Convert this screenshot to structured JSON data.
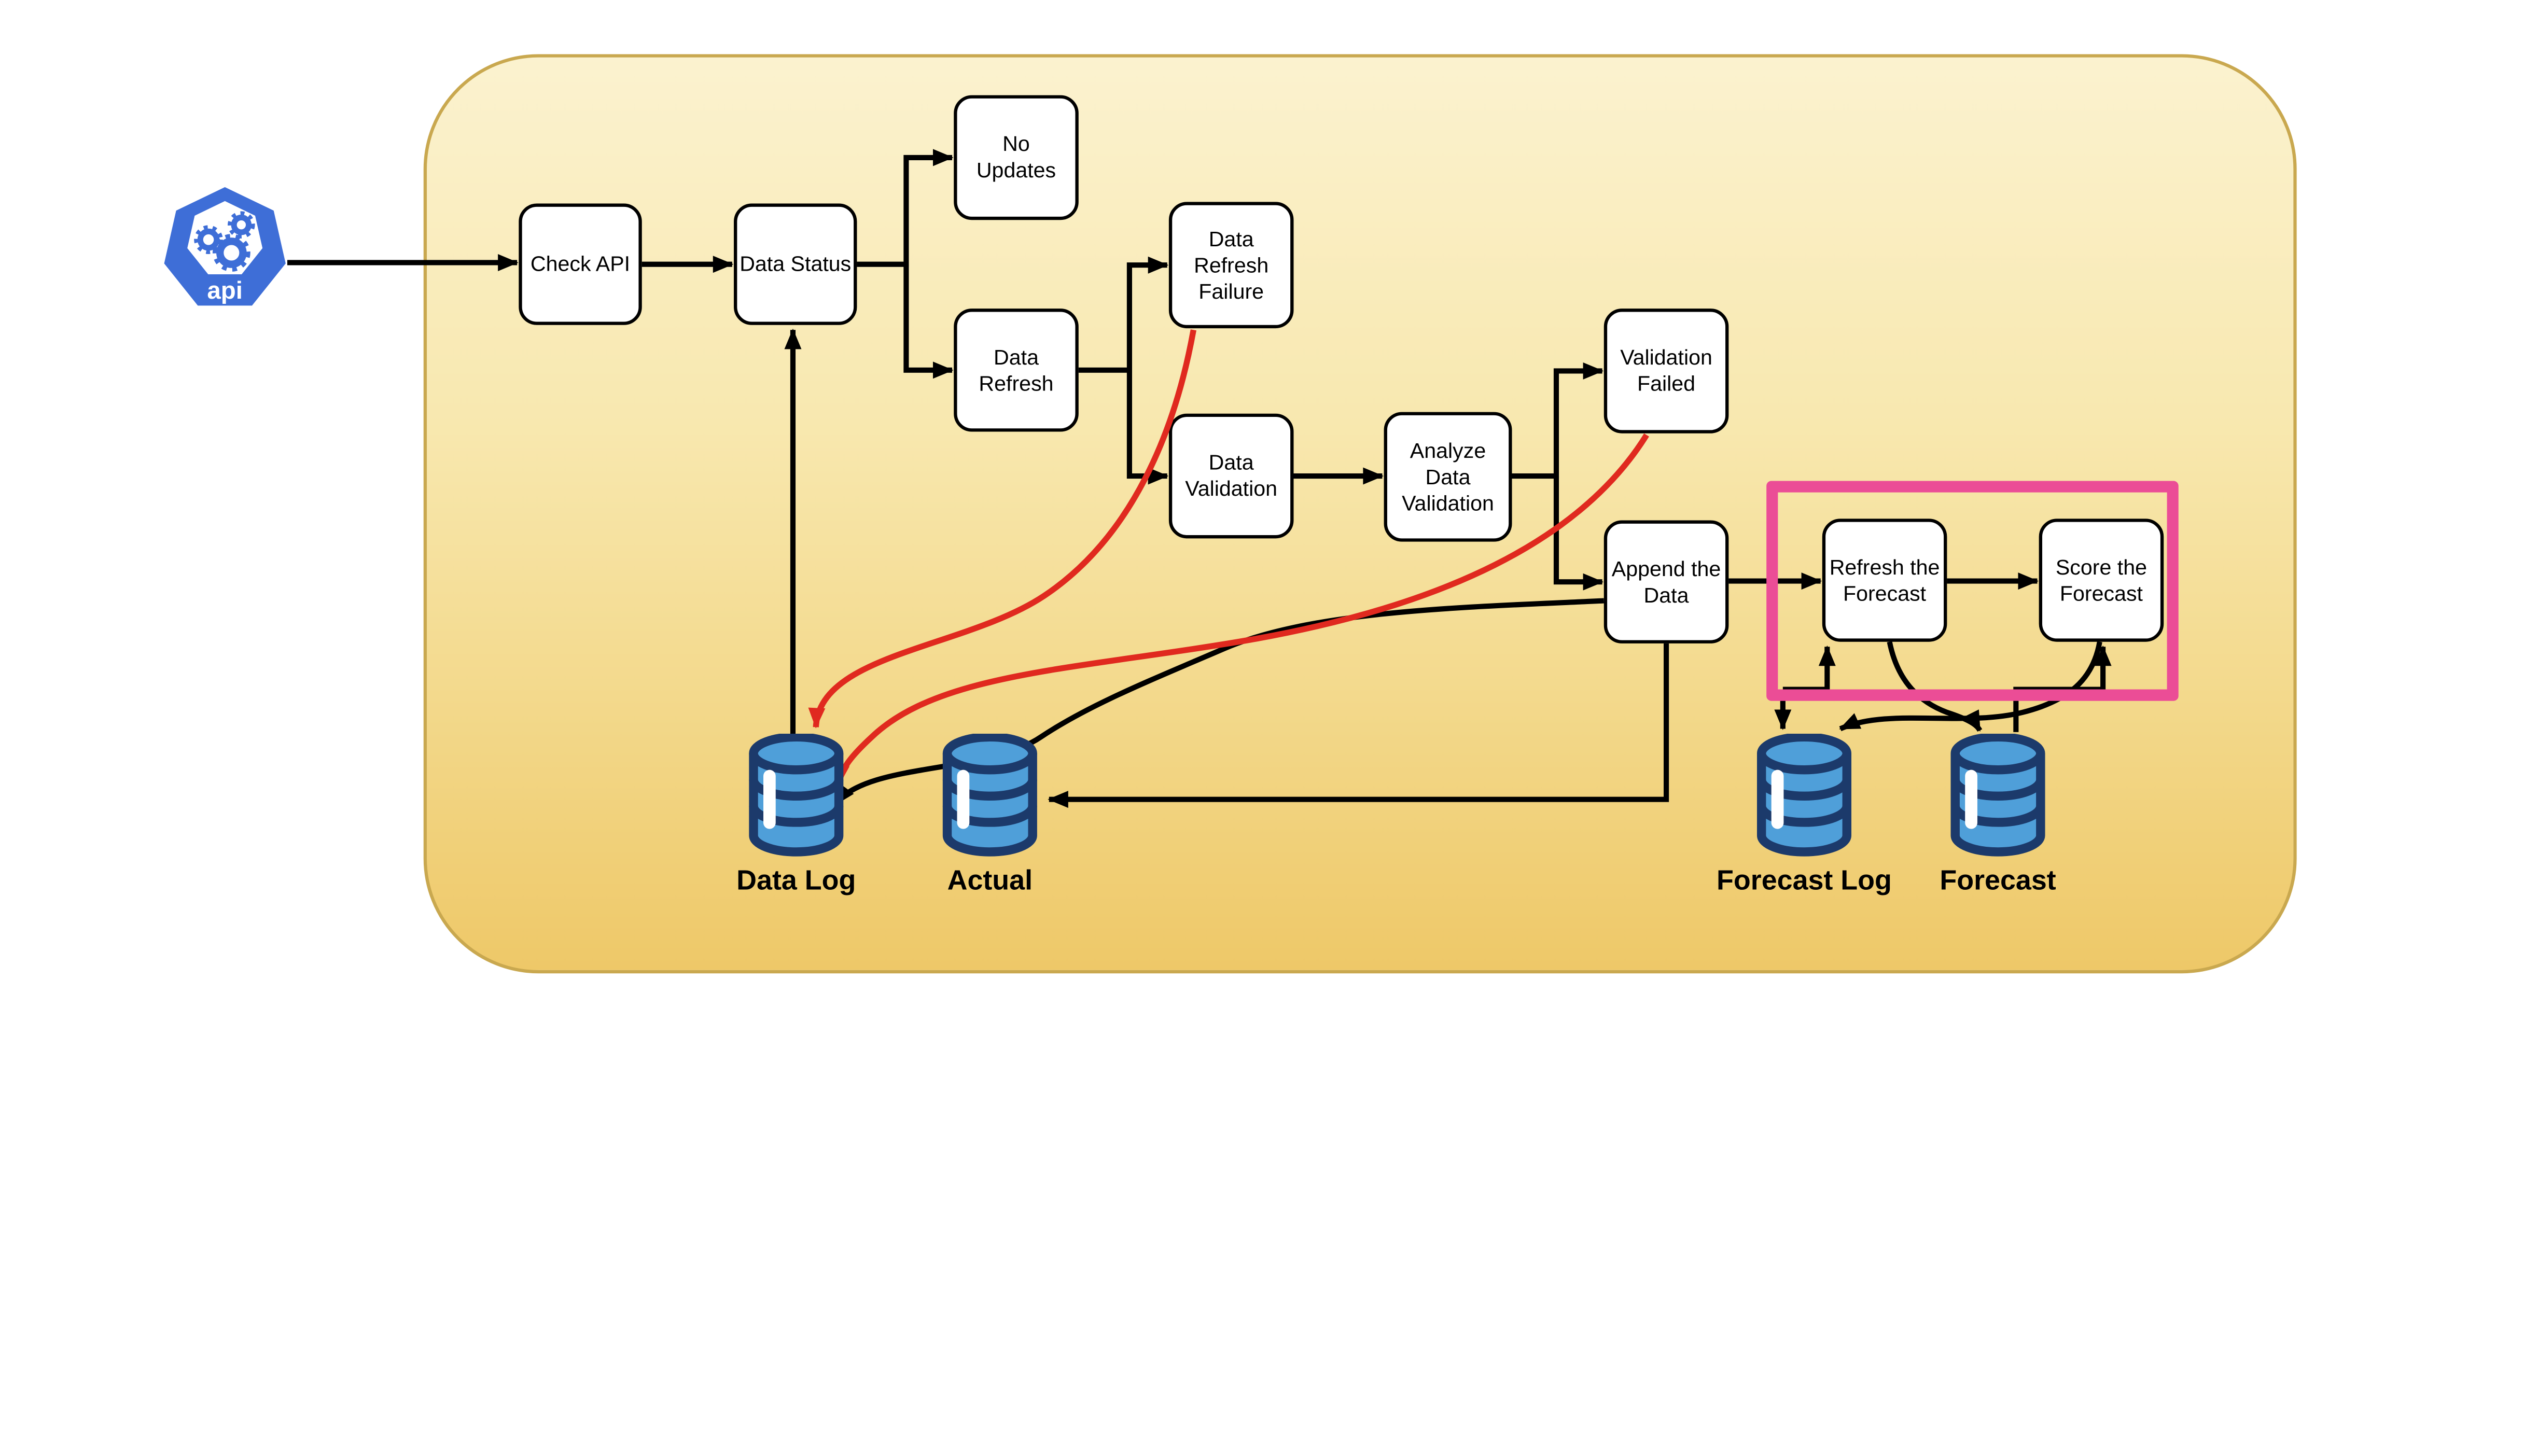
{
  "diagram": {
    "api_icon": {
      "label": "api"
    },
    "nodes": {
      "check_api": {
        "label": "Check API"
      },
      "data_status": {
        "label": "Data Status"
      },
      "no_updates": {
        "label": "No\nUpdates"
      },
      "data_refresh": {
        "label": "Data\nRefresh"
      },
      "data_refresh_failure": {
        "label": "Data\nRefresh\nFailure"
      },
      "data_validation": {
        "label": "Data\nValidation"
      },
      "analyze_data_validation": {
        "label": "Analyze\nData\nValidation"
      },
      "validation_failed": {
        "label": "Validation\nFailed"
      },
      "append_the_data": {
        "label": "Append the\nData"
      },
      "refresh_the_forecast": {
        "label": "Refresh the\nForecast"
      },
      "score_the_forecast": {
        "label": "Score the\nForecast"
      }
    },
    "datastores": {
      "data_log": {
        "label": "Data Log"
      },
      "actual": {
        "label": "Actual"
      },
      "forecast_log": {
        "label": "Forecast Log"
      },
      "forecast": {
        "label": "Forecast"
      }
    },
    "colors": {
      "container_top": "#FBF2CF",
      "container_bottom": "#EEC868",
      "container_border": "#C9A84F",
      "node_fill": "#FFFFFF",
      "node_border": "#000000",
      "edge_black": "#000000",
      "edge_red": "#E0291F",
      "highlight_pink": "#EB4D96",
      "api_blue": "#3E6ED7",
      "db_outline": "#1C3A6B",
      "db_fill": "#4F9FD9"
    }
  }
}
